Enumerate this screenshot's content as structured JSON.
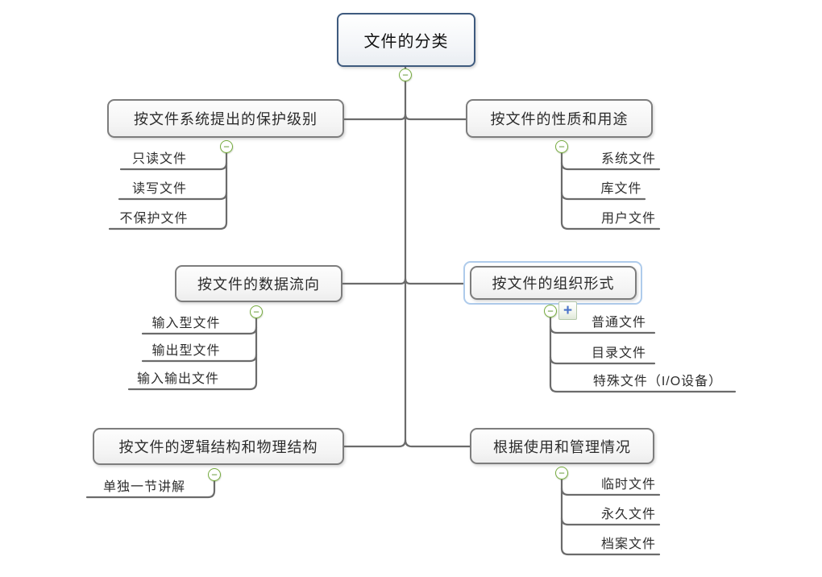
{
  "mindmap": {
    "root": {
      "label": "文件的分类"
    },
    "branches": [
      {
        "label": "按文件系统提出的保护级别",
        "side": "left",
        "children": [
          "只读文件",
          "读写文件",
          "不保护文件"
        ]
      },
      {
        "label": "按文件的性质和用途",
        "side": "right",
        "children": [
          "系统文件",
          "库文件",
          "用户文件"
        ]
      },
      {
        "label": "按文件的数据流向",
        "side": "left",
        "children": [
          "输入型文件",
          "输出型文件",
          "输入输出文件"
        ]
      },
      {
        "label": "按文件的组织形式",
        "side": "right",
        "selected": true,
        "children": [
          "普通文件",
          "目录文件",
          "特殊文件（I/O设备）"
        ]
      },
      {
        "label": "按文件的逻辑结构和物理结构",
        "side": "left",
        "children": [
          "单独一节讲解"
        ]
      },
      {
        "label": "根据使用和管理情况",
        "side": "right",
        "children": [
          "临时文件",
          "永久文件",
          "档案文件"
        ]
      }
    ],
    "icons": {
      "collapse_glyph": "−",
      "add_glyph": "+"
    },
    "colors": {
      "selection_border": "#aecbeb",
      "collapse_green": "#76ab3f",
      "add_blue": "#4a73c9",
      "root_border": "#3e5a7e",
      "branch_border": "#7d7d7d",
      "connector": "#6b6b6b"
    }
  }
}
